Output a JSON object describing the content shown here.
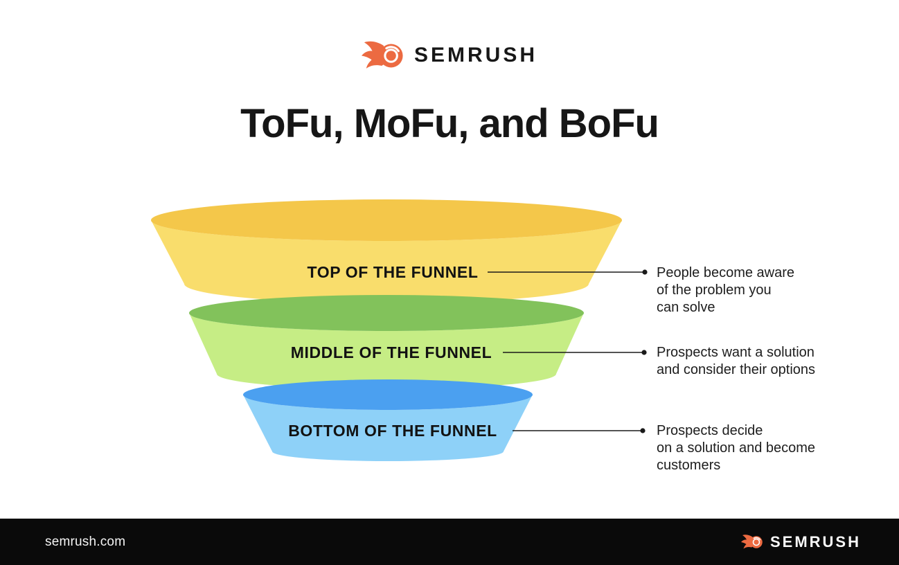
{
  "header": {
    "logo": {
      "brand": "SEMRUSH"
    }
  },
  "title": "ToFu, MoFu, and BoFu",
  "funnel": {
    "stages": [
      {
        "label": "TOP OF THE FUNNEL",
        "description": "People become aware\nof the problem you\ncan solve",
        "top_color": "#F4C74A",
        "body_color": "#F9DD6C"
      },
      {
        "label": "MIDDLE OF THE FUNNEL",
        "description": "Prospects want a solution\nand consider their options",
        "top_color": "#82C25B",
        "body_color": "#C6ED85"
      },
      {
        "label": "BOTTOM OF THE FUNNEL",
        "description": "Prospects decide\non a solution and become\ncustomers",
        "top_color": "#4BA0F0",
        "body_color": "#8ED1F8"
      }
    ],
    "connector_color": "#1a1a1a"
  },
  "footer": {
    "website": "semrush.com",
    "logo": {
      "brand": "SEMRUSH"
    }
  },
  "colors": {
    "brand_orange": "#EC6A41",
    "footer_bg": "#0A0A0A",
    "text_dark": "#1A1A1A"
  }
}
